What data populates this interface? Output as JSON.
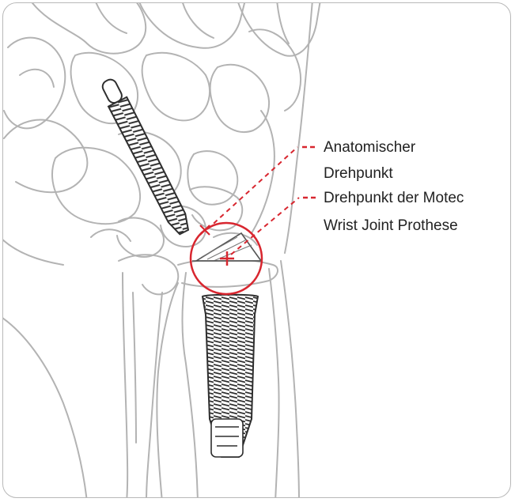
{
  "labels": {
    "anatomical_pivot": {
      "line1": "Anatomischer",
      "line2": "Drehpunkt"
    },
    "prosthesis_pivot": {
      "line1": "Drehpunkt der Motec",
      "line2": "Wrist Joint Prothese"
    }
  },
  "colors": {
    "annotation": "#d8262f",
    "bone_outline": "#b3b3b3",
    "screw": "#3a3a3a",
    "frame": "#b8b8b8"
  }
}
